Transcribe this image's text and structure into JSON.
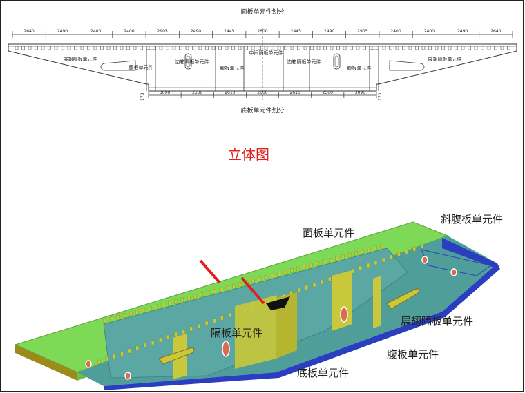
{
  "top_drawing": {
    "title_top": "面板单元件划分",
    "title_bottom": "底板单元件划分",
    "top_dims": [
      "2640",
      "2490",
      "2400",
      "2400",
      "2905",
      "2490",
      "2445",
      "2600",
      "2445",
      "2490",
      "2905",
      "2400",
      "2400",
      "2490",
      "2640"
    ],
    "bottom_dims": [
      "3090",
      "2500",
      "2610",
      "2600",
      "2610",
      "2500",
      "3090"
    ],
    "section_labels": [
      "展翅隔板单元件",
      "腹板单元件",
      "边箱隔板单元件",
      "腹板单元件",
      "中间隔板单元件",
      "边箱隔板单元件",
      "腹板单元件",
      "展翅隔板单元件"
    ],
    "side_marks": [
      "173",
      "173"
    ]
  },
  "heading_3d": "立体图",
  "labels_3d": {
    "deck": "面板单元件",
    "inclined_web": "斜腹板单元件",
    "wing_diaphragm": "展翅隔板单元件",
    "diaphragm": "隔板单元件",
    "web": "腹板单元件",
    "bottom": "底板单元件"
  },
  "colors": {
    "deck_green": "#7ed957",
    "deck_top_dark": "#5cb83d",
    "girder_teal": "#4f9e9a",
    "diaphragm_yellow": "#c8c83a",
    "bottom_blue": "#2a3fbf",
    "edge_brown": "#9c8a1a",
    "arrow_red": "#e02020",
    "heading_red": "#e02020"
  }
}
